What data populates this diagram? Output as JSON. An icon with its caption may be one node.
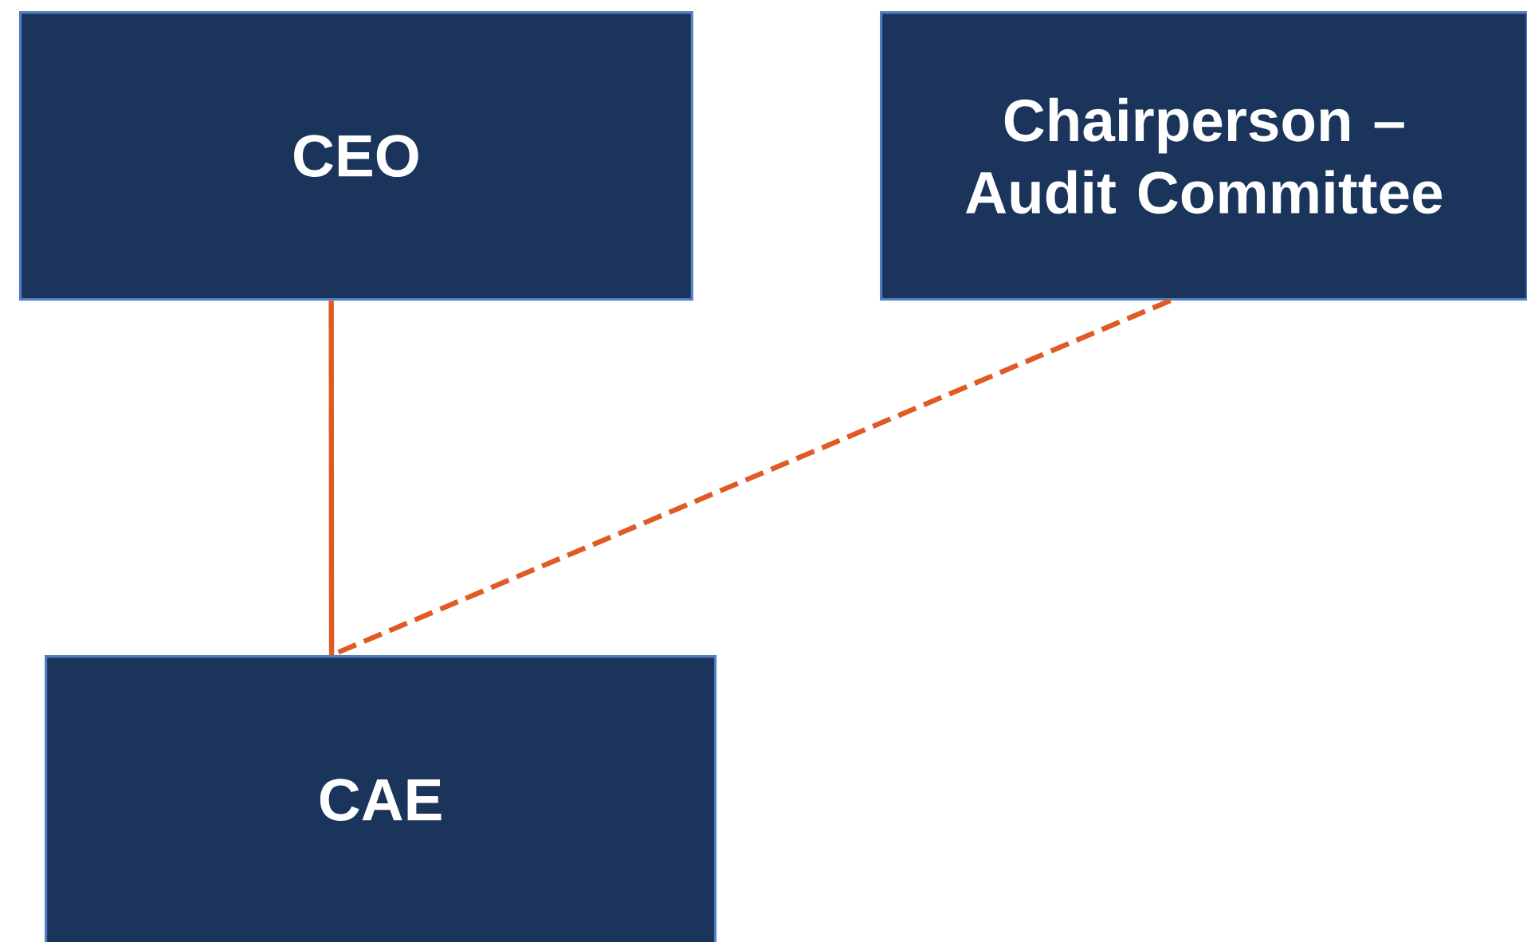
{
  "diagram": {
    "nodes": [
      {
        "text": [
          "CEO"
        ]
      },
      {
        "text": [
          "Chairperson – Audit Committee"
        ]
      },
      {
        "text": [
          "CAE"
        ]
      }
    ],
    "edges": [
      {
        "from": 0,
        "to": 2,
        "arrow": "none"
      },
      {
        "from": 1,
        "to": 2,
        "arrow": "none",
        "style": "dashed"
      }
    ]
  }
}
